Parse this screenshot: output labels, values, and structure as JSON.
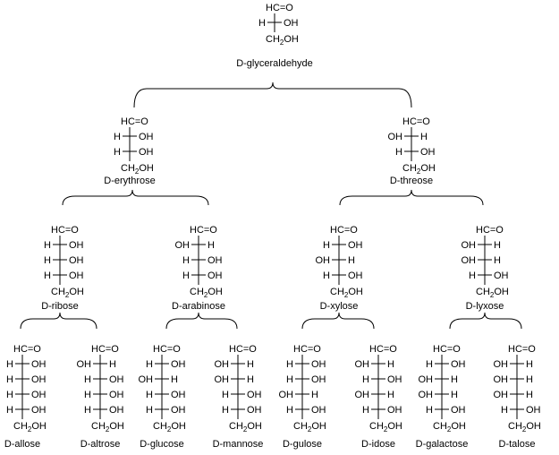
{
  "sugars": [
    {
      "id": "glyceraldehyde",
      "name": "D-glyceraldehyde",
      "rows": [
        "R"
      ]
    },
    {
      "id": "erythrose",
      "name": "D-erythrose",
      "rows": [
        "R",
        "R"
      ]
    },
    {
      "id": "threose",
      "name": "D-threose",
      "rows": [
        "L",
        "R"
      ]
    },
    {
      "id": "ribose",
      "name": "D-ribose",
      "rows": [
        "R",
        "R",
        "R"
      ]
    },
    {
      "id": "arabinose",
      "name": "D-arabinose",
      "rows": [
        "L",
        "R",
        "R"
      ]
    },
    {
      "id": "xylose",
      "name": "D-xylose",
      "rows": [
        "R",
        "L",
        "R"
      ]
    },
    {
      "id": "lyxose",
      "name": "D-lyxose",
      "rows": [
        "L",
        "L",
        "R"
      ]
    },
    {
      "id": "allose",
      "name": "D-allose",
      "rows": [
        "R",
        "R",
        "R",
        "R"
      ]
    },
    {
      "id": "altrose",
      "name": "D-altrose",
      "rows": [
        "L",
        "R",
        "R",
        "R"
      ]
    },
    {
      "id": "glucose",
      "name": "D-glucose",
      "rows": [
        "R",
        "L",
        "R",
        "R"
      ]
    },
    {
      "id": "mannose",
      "name": "D-mannose",
      "rows": [
        "L",
        "L",
        "R",
        "R"
      ]
    },
    {
      "id": "gulose",
      "name": "D-gulose",
      "rows": [
        "R",
        "R",
        "L",
        "R"
      ]
    },
    {
      "id": "idose",
      "name": "D-idose",
      "rows": [
        "L",
        "R",
        "L",
        "R"
      ]
    },
    {
      "id": "galactose",
      "name": "D-galactose",
      "rows": [
        "R",
        "L",
        "L",
        "R"
      ]
    },
    {
      "id": "talose",
      "name": "D-talose",
      "rows": [
        "L",
        "L",
        "L",
        "R"
      ]
    }
  ],
  "labels": {
    "aldehyde": "HC=O",
    "hydroxyl": "OH",
    "hydrogen": "H",
    "terminal": "CH2OH"
  }
}
